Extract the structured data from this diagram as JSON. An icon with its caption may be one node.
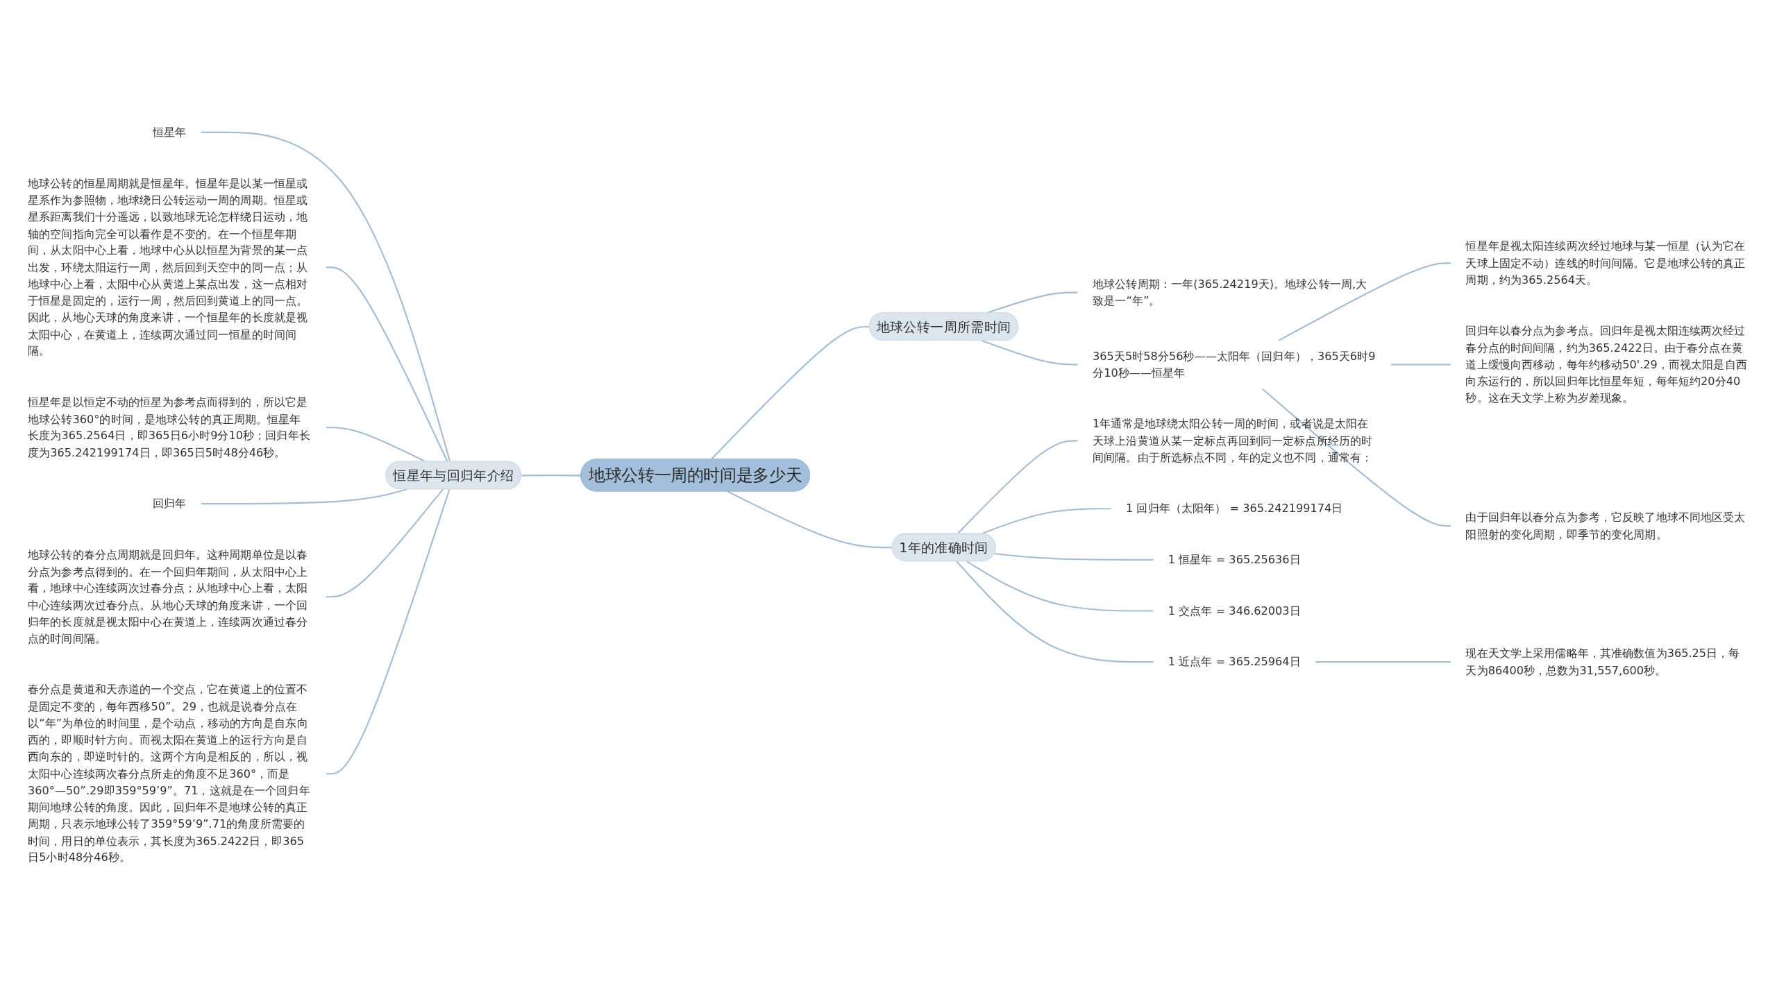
{
  "diagram": {
    "nodes": [
      {
        "text": [
          "地球公转一周的时间是多少天"
        ]
      },
      {
        "text": [
          "地球公转一周所需时间"
        ]
      },
      {
        "text": [
          "地球公转周期：一年(365.24219天)。地球公转一周,大致是一“年”。"
        ]
      },
      {
        "text": [
          "365天5时58分56秒——太阳年（回归年），365天6时9分10秒——恒星年"
        ]
      },
      {
        "text": [
          "恒星年是视太阳连续两次经过地球与某一恒星（认为它在天球上固定不动）连线的时间间隔。它是地球公转的真正周期，约为365.2564天。"
        ]
      },
      {
        "text": [
          "回归年以春分点为参考点。回归年是视太阳连续两次经过春分点的时间间隔，约为365.2422日。由于春分点在黄道上缓慢向西移动，每年约移动50'.29，而视太阳是自西向东运行的，所以回归年比恒星年短，每年短约20分40秒。这在天文学上称为岁差现象。"
        ]
      },
      {
        "text": [
          "由于回归年以春分点为参考，它反映了地球不同地区受太阳照射的变化周期，即季节的变化周期。"
        ]
      },
      {
        "text": [
          "1年的准确时间"
        ]
      },
      {
        "text": [
          "1年通常是地球绕太阳公转一周的时间，或者说是太阳在天球上沿黄道从某一定标点再回到同一定标点所经历的时间间隔。由于所选标点不同，年的定义也不同，通常有："
        ]
      },
      {
        "text": [
          "1 回归年（太阳年） = 365.242199174日"
        ]
      },
      {
        "text": [
          "1 恒星年 = 365.25636日"
        ]
      },
      {
        "text": [
          "1 交点年 = 346.62003日"
        ]
      },
      {
        "text": [
          "1 近点年 = 365.25964日"
        ]
      },
      {
        "text": [
          "现在天文学上采用儒略年，其准确数值为365.25日，每天为86400秒，总数为31,557,600秒。"
        ]
      },
      {
        "text": [
          "恒星年与回归年介绍"
        ]
      },
      {
        "text": [
          "恒星年"
        ]
      },
      {
        "text": [
          "地球公转的恒星周期就是恒星年。恒星年是以某一恒星或星系作为参照物，地球绕日公转运动一周的周期。恒星或星系距离我们十分遥远，以致地球无论怎样绕日运动，地轴的空间指向完全可以看作是不变的。在一个恒星年期间，从太阳中心上看，地球中心从以恒星为背景的某一点出发，环绕太阳运行一周，然后回到天空中的同一点；从地球中心上看，太阳中心从黄道上某点出发，这一点相对于恒星是固定的，运行一周，然后回到黄道上的同一点。因此，从地心天球的角度来讲，一个恒星年的长度就是视太阳中心，在黄道上，连续两次通过同一恒星的时间间隔。"
        ]
      },
      {
        "text": [
          "恒星年是以恒定不动的恒星为参考点而得到的，所以它是地球公转360°的时间，是地球公转的真正周期。恒星年长度为365.2564日，即365日6小时9分10秒；回归年长度为365.242199174日，即365日5时48分46秒。"
        ]
      },
      {
        "text": [
          "回归年"
        ]
      },
      {
        "text": [
          "地球公转的春分点周期就是回归年。这种周期单位是以春分点为参考点得到的。在一个回归年期间，从太阳中心上看，地球中心连续两次过春分点；从地球中心上看，太阳中心连续两次过春分点。从地心天球的角度来讲，一个回归年的长度就是视太阳中心在黄道上，连续两次通过春分点的时间间隔。"
        ]
      },
      {
        "text": [
          "春分点是黄道和天赤道的一个交点，它在黄道上的位置不是固定不变的，每年西移50”。29，也就是说春分点在以“年”为单位的时间里，是个动点，移动的方向是自东向西的，即顺时针方向。而视太阳在黄道上的运行方向是自西向东的，即逆时针的。这两个方向是相反的，所以，视太阳中心连续两次春分点所走的角度不足360°，而是360°—50”.29即359°59’9”。71，这就是在一个回归年期间地球公转的角度。因此，回归年不是地球公转的真正周期，只表示地球公转了359°59’9”.71的角度所需要的时间，用日的单位表示，其长度为365.2422日，即365日5小时48分46秒。"
        ]
      }
    ],
    "edges": [
      {
        "from": 0,
        "to": 1,
        "arrow": "none"
      },
      {
        "from": 1,
        "to": 2,
        "arrow": "none"
      },
      {
        "from": 1,
        "to": 3,
        "arrow": "none"
      },
      {
        "from": 3,
        "to": 4,
        "arrow": "none"
      },
      {
        "from": 3,
        "to": 5,
        "arrow": "none"
      },
      {
        "from": 3,
        "to": 6,
        "arrow": "none"
      },
      {
        "from": 0,
        "to": 7,
        "arrow": "none"
      },
      {
        "from": 7,
        "to": 8,
        "arrow": "none"
      },
      {
        "from": 7,
        "to": 9,
        "arrow": "none"
      },
      {
        "from": 7,
        "to": 10,
        "arrow": "none"
      },
      {
        "from": 7,
        "to": 11,
        "arrow": "none"
      },
      {
        "from": 7,
        "to": 12,
        "arrow": "none"
      },
      {
        "from": 12,
        "to": 13,
        "arrow": "none"
      },
      {
        "from": 14,
        "to": 0,
        "arrow": "none"
      },
      {
        "from": 15,
        "to": 14,
        "arrow": "none"
      },
      {
        "from": 16,
        "to": 14,
        "arrow": "none"
      },
      {
        "from": 17,
        "to": 14,
        "arrow": "none"
      },
      {
        "from": 18,
        "to": 14,
        "arrow": "none"
      },
      {
        "from": 19,
        "to": 14,
        "arrow": "none"
      },
      {
        "from": 20,
        "to": 14,
        "arrow": "none"
      }
    ]
  }
}
